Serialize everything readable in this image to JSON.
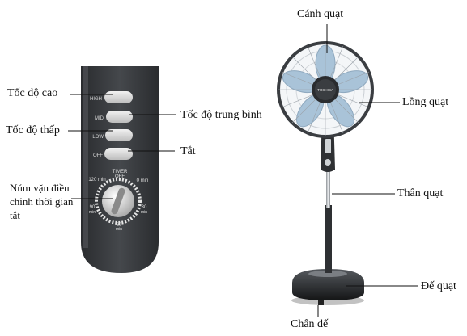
{
  "labels": {
    "toc_do_cao": "Tốc độ cao",
    "toc_do_trung_binh": "Tốc độ trung bình",
    "toc_do_thap": "Tốc độ thấp",
    "tat": "Tắt",
    "num_van": "Núm vặn điều chỉnh thời gian tắt",
    "canh_quat": "Cánh quạt",
    "long_quat": "Lồng quạt",
    "than_quat": "Thân quạt",
    "de_quat": "Đế quạt",
    "chan_de": "Chân đế"
  },
  "remote": {
    "buttons": [
      "HIGH",
      "MID",
      "LOW",
      "OFF"
    ],
    "timer_title": "TIMER",
    "timer_off": "OFF",
    "ticks": {
      "t0": "0 min",
      "t30": "30",
      "t60": "60",
      "t90": "90",
      "t120": "120 min"
    },
    "unit": "min"
  },
  "fan": {
    "brand": "TOSHIBA"
  },
  "colors": {
    "body": "#3a3d41",
    "button": "#d9d9d9",
    "blade": "#a9c3d8",
    "chrome": "#c8ccd0"
  }
}
